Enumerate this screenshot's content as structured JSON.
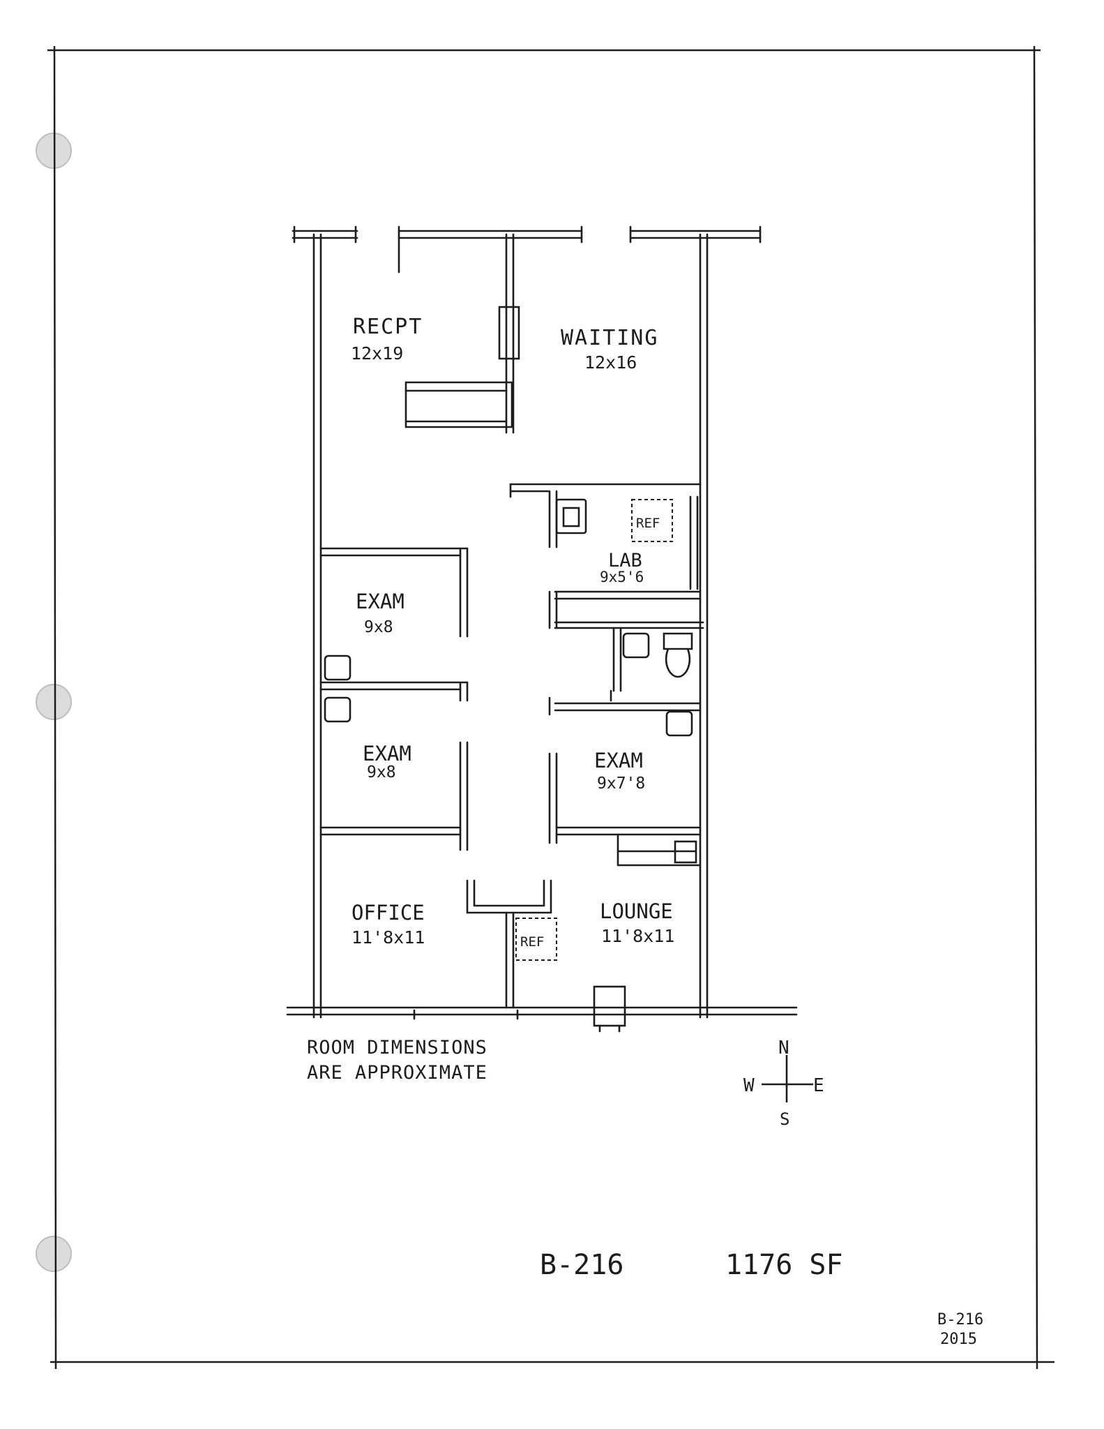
{
  "rooms": [
    {
      "label": "RECPT",
      "dims": "12x19"
    },
    {
      "label": "WAITING",
      "dims": "12x16"
    },
    {
      "label": "LAB",
      "dims": "9x5'6"
    },
    {
      "label": "EXAM",
      "dims": "9x8"
    },
    {
      "label": "EXAM",
      "dims": "9x8"
    },
    {
      "label": "EXAM",
      "dims": "9x7'8"
    },
    {
      "label": "OFFICE",
      "dims": "11'8x11"
    },
    {
      "label": "LOUNGE",
      "dims": "11'8x11"
    }
  ],
  "appliances": {
    "ref_label": "REF"
  },
  "note": [
    "ROOM DIMENSIONS",
    "ARE APPROXIMATE"
  ],
  "compass": {
    "n": "N",
    "s": "S",
    "e": "E",
    "w": "W"
  },
  "suite": {
    "number": "B-216",
    "area": "1176 SF"
  },
  "stamp": {
    "number": "B-216",
    "year": "2015"
  },
  "colors": {
    "ink": "#1c1c1c",
    "hole": "#dcdcdc",
    "paper": "#ffffff"
  }
}
